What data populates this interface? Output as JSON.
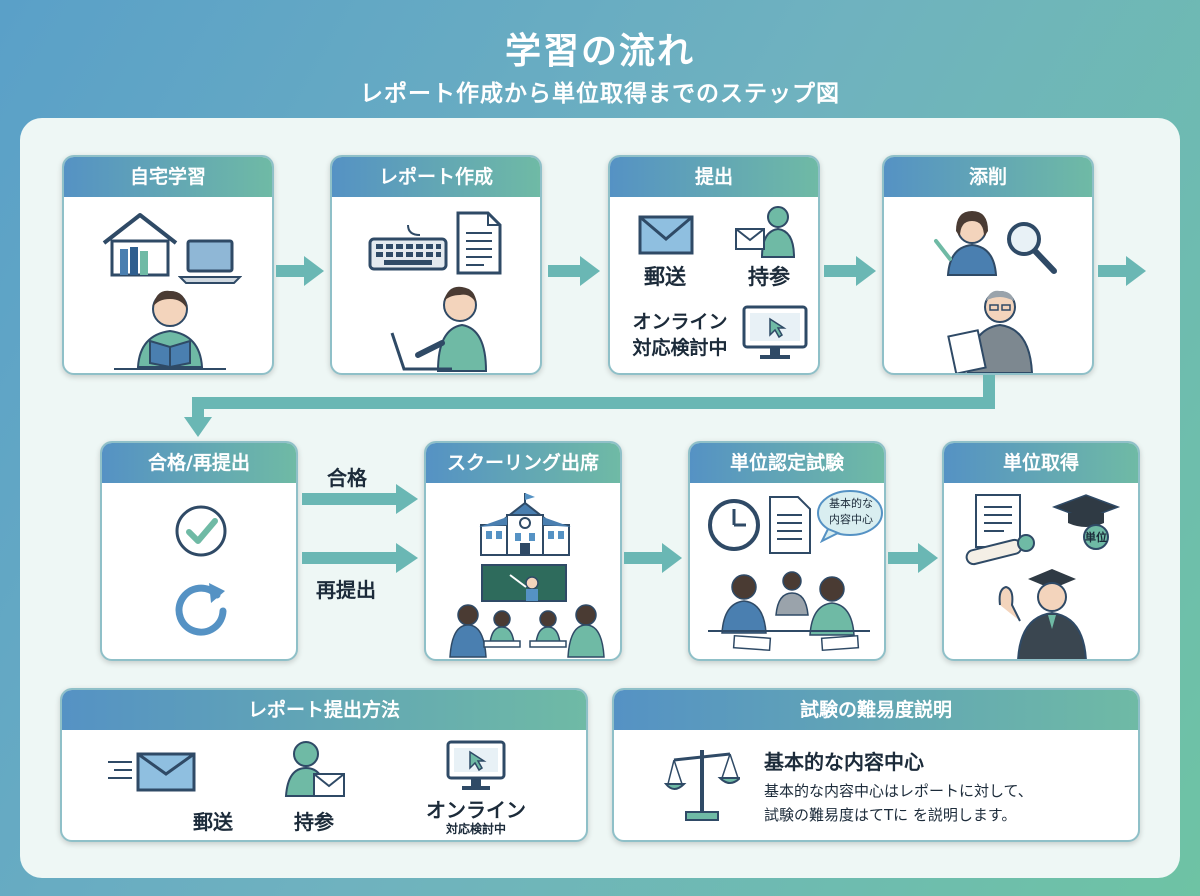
{
  "header": {
    "title": "学習の流れ",
    "subtitle": "レポート作成から単位取得までのステップ図"
  },
  "steps": {
    "self_study": {
      "title": "自宅学習"
    },
    "report": {
      "title": "レポート作成"
    },
    "submit": {
      "title": "提出",
      "mail": "郵送",
      "bring": "持参",
      "online_line1": "オンライン",
      "online_line2": "対応検討中"
    },
    "correction": {
      "title": "添削"
    },
    "pass": {
      "title": "合格/再提出"
    },
    "schooling": {
      "title": "スクーリング出席"
    },
    "exam": {
      "title": "単位認定試験",
      "bubble_line1": "基本的な",
      "bubble_line2": "内容中心"
    },
    "credit": {
      "title": "単位取得",
      "cap_label": "単位"
    }
  },
  "branches": {
    "pass": "合格",
    "resubmit": "再提出"
  },
  "methods": {
    "title": "レポート提出方法",
    "mail": "郵送",
    "bring": "持参",
    "online": "オンライン",
    "online_note": "対応検討中"
  },
  "difficulty": {
    "title": "試験の難易度説明",
    "heading": "基本的な内容中心",
    "line1": "基本的な内容中心はレポートに対して、",
    "line2": "試験の難易度はてTに を説明します。"
  },
  "colors": {
    "blue": "#5592c4",
    "green": "#6fbaa5",
    "arrow": "#6ab7b4",
    "dark": "#2f4a66"
  }
}
